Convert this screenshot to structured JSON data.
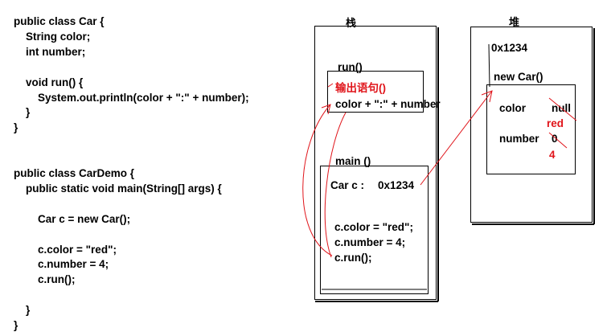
{
  "code": {
    "lines": [
      "public class Car {",
      "    String color;",
      "    int number;",
      "",
      "    void run() {",
      "        System.out.println(color + \":\" + number);",
      "    }",
      "}",
      "",
      "",
      "public class CarDemo {",
      "    public static void main(String[] args) {",
      "",
      "        Car c = new Car();",
      "",
      "        c.color = \"red\";",
      "        c.number = 4;",
      "        c.run();",
      "",
      "    }",
      "}"
    ]
  },
  "stack": {
    "title": "栈",
    "run_frame": {
      "label": "run()",
      "output_stmt": "输出语句()",
      "expr": "color + \":\" + number"
    },
    "main_frame": {
      "label": "main ()",
      "var": "Car c :",
      "addr": "0x1234",
      "stmt1": "c.color = \"red\";",
      "stmt2": "c.number = 4;",
      "stmt3": "c.run();"
    }
  },
  "heap": {
    "title": "堆",
    "addr": "0x1234",
    "object_label": "new Car()",
    "field_color": "color",
    "field_color_old": "null",
    "field_color_new": "red",
    "field_number": "number",
    "field_number_old": "0",
    "field_number_new": "4"
  },
  "colors": {
    "annotation": "#e0141a",
    "line": "#000000"
  }
}
